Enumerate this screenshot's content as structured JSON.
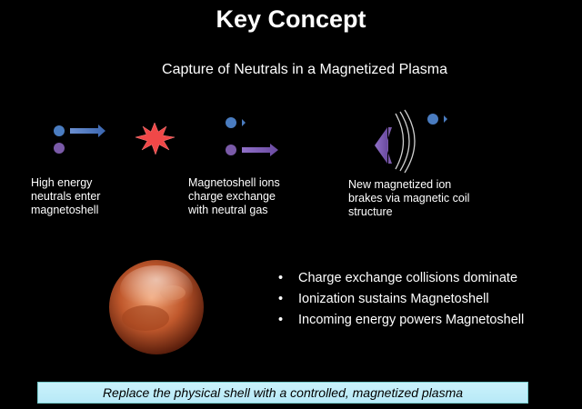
{
  "title": "Key Concept",
  "subtitle": "Capture of Neutrals in a Magnetized Plasma",
  "steps": [
    {
      "caption": [
        "High energy",
        "neutrals enter",
        "magnetoshell"
      ]
    },
    {
      "caption": [
        "Magnetoshell ions",
        "charge exchange",
        "with neutral gas"
      ]
    },
    {
      "caption": [
        "New magnetized ion",
        "brakes via magnetic coil",
        "structure"
      ]
    }
  ],
  "bullets": [
    "Charge exchange collisions dominate",
    "Ionization sustains Magnetoshell",
    "Incoming energy powers Magnetoshell"
  ],
  "bullet_symbol": "•",
  "banner": "Replace the physical shell with a controlled, magnetized plasma",
  "colors": {
    "background": "#000000",
    "neutral_blue": "#4a7cc0",
    "ion_purple": "#7a5aa8",
    "burst_red": "#f04040",
    "banner_bg": "#c0eefa"
  }
}
